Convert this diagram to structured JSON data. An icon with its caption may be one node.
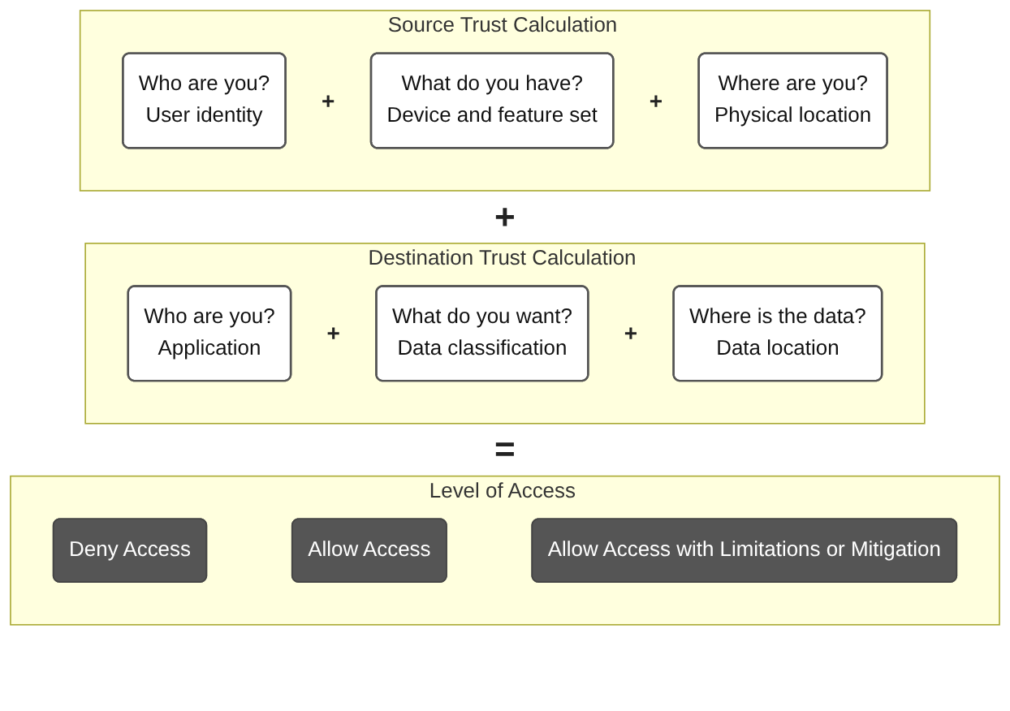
{
  "diagram": {
    "nodes": [
      {
        "text": [
          "Source Trust Calculation"
        ]
      },
      {
        "text": [
          "Who are you?",
          "User identity"
        ],
        "in": 0
      },
      {
        "text": [
          "What do you have?",
          "Device and feature set"
        ],
        "in": 0
      },
      {
        "text": [
          "Where are you?",
          "Physical location"
        ],
        "in": 0
      },
      {
        "text": [
          "Destination Trust Calculation"
        ]
      },
      {
        "text": [
          "Who are you?",
          "Application"
        ],
        "in": 4
      },
      {
        "text": [
          "What do you want?",
          "Data classification"
        ],
        "in": 4
      },
      {
        "text": [
          "Where is the data?",
          "Data location"
        ],
        "in": 4
      },
      {
        "text": [
          "Level of Access"
        ]
      },
      {
        "text": [
          "Deny Access"
        ],
        "in": 8
      },
      {
        "text": [
          "Allow Access"
        ],
        "in": 8
      },
      {
        "text": [
          "Allow Access with Limitations or Mitigation"
        ],
        "in": 8
      }
    ],
    "edges": [],
    "labels": [
      "+",
      "+",
      "+",
      "+",
      "+",
      "="
    ]
  }
}
